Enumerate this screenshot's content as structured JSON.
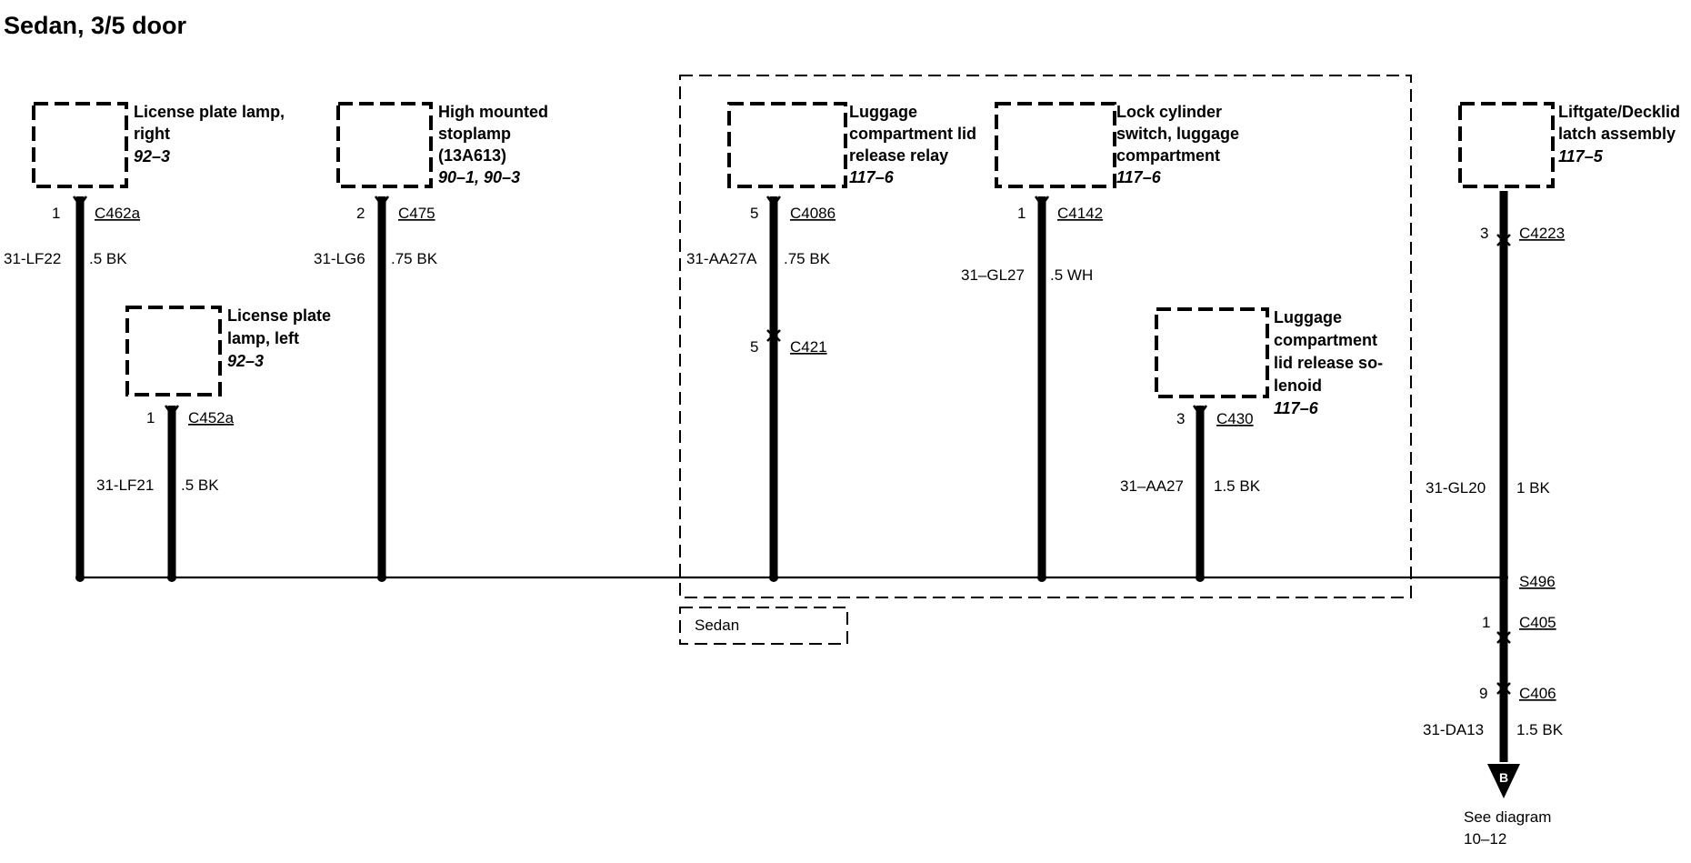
{
  "title": "Sedan, 3/5 door",
  "components": {
    "lp_right": {
      "name_lines": [
        "License plate lamp,",
        "right"
      ],
      "ref": "92–3"
    },
    "hms": {
      "name_lines": [
        "High mounted",
        "stoplamp",
        "(13A613)"
      ],
      "ref": "90–1, 90–3"
    },
    "relay": {
      "name_lines": [
        "Luggage",
        "compartment lid",
        "release relay"
      ],
      "ref": "117–6"
    },
    "lockcyl": {
      "name_lines": [
        "Lock cylinder",
        "switch, luggage",
        "compartment"
      ],
      "ref": "117–6"
    },
    "latch": {
      "name_lines": [
        "Liftgate/Decklid",
        "latch assembly"
      ],
      "ref": "117–5"
    },
    "lp_left": {
      "name_lines": [
        "License plate",
        "lamp, left"
      ],
      "ref": "92–3"
    },
    "solenoid": {
      "name_lines": [
        "Luggage",
        "compartment",
        "lid release so-",
        "lenoid"
      ],
      "ref": "117–6"
    }
  },
  "connectors": {
    "c462a": {
      "pin": "1",
      "id": "C462a"
    },
    "c475": {
      "pin": "2",
      "id": "C475"
    },
    "c4086": {
      "pin": "5",
      "id": "C4086"
    },
    "c4142": {
      "pin": "1",
      "id": "C4142"
    },
    "c4223": {
      "pin": "3",
      "id": "C4223"
    },
    "c452a": {
      "pin": "1",
      "id": "C452a"
    },
    "c421": {
      "pin": "5",
      "id": "C421"
    },
    "c430": {
      "pin": "3",
      "id": "C430"
    },
    "c405": {
      "pin": "1",
      "id": "C405"
    },
    "c406": {
      "pin": "9",
      "id": "C406"
    }
  },
  "wires": {
    "lf22": {
      "circuit": "31-LF22",
      "spec": ".5 BK"
    },
    "lg6": {
      "circuit": "31-LG6",
      "spec": ".75 BK"
    },
    "aa27a": {
      "circuit": "31-AA27A",
      "spec": ".75 BK"
    },
    "gl27": {
      "circuit": "31–GL27",
      "spec": ".5 WH"
    },
    "lf21": {
      "circuit": "31-LF21",
      "spec": ".5 BK"
    },
    "aa27": {
      "circuit": "31–AA27",
      "spec": "1.5 BK"
    },
    "gl20": {
      "circuit": "31-GL20",
      "spec": "1 BK"
    },
    "da13": {
      "circuit": "31-DA13",
      "spec": "1.5 BK"
    }
  },
  "splice": "S496",
  "group_label": "Sedan",
  "offpage": {
    "letter": "B",
    "note_lines": [
      "See diagram",
      "10–12"
    ]
  }
}
